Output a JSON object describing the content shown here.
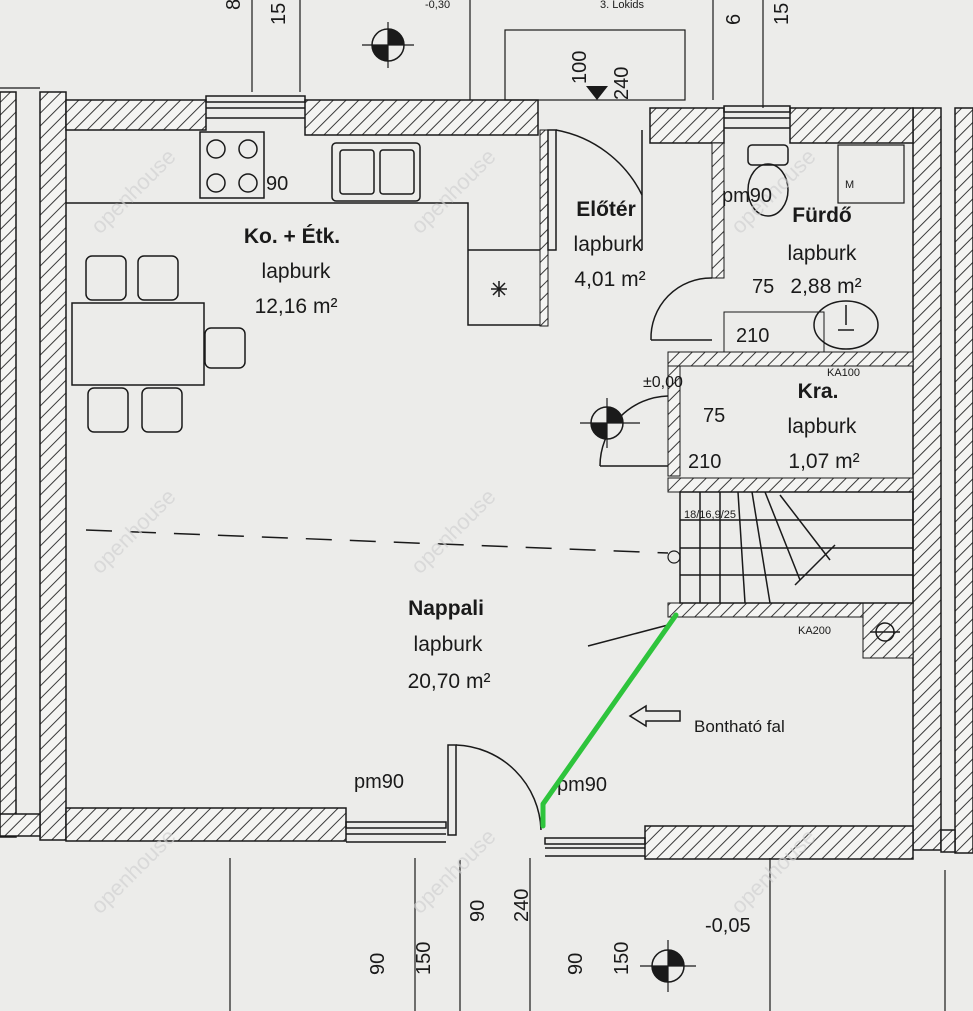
{
  "rooms": {
    "kitchen": {
      "name": "Ko. + Étk.",
      "floor": "lapburk",
      "area": "12,16 m²"
    },
    "hall": {
      "name": "Előtér",
      "floor": "lapburk",
      "area": "4,01 m²"
    },
    "bath": {
      "name": "Fürdő",
      "floor": "lapburk",
      "area": "2,88 m²"
    },
    "closet": {
      "name": "Kra.",
      "floor": "lapburk",
      "area": "1,07 m²"
    },
    "living": {
      "name": "Nappali",
      "floor": "lapburk",
      "area": "20,70 m²"
    }
  },
  "dimensions": {
    "top_left_a": "8",
    "top_left_b": "15",
    "top_level": "-0,30",
    "top_label": "3. Lokids",
    "top_right_a": "6",
    "top_right_b": "15",
    "entry_100": "100",
    "entry_240": "240",
    "kitchen_90": "90",
    "bath_pm90": "pm90",
    "bath_75": "75",
    "bath_210": "210",
    "level_zero": "±0,00",
    "closet_75": "75",
    "closet_210": "210",
    "ka100": "KA100",
    "stairs": "18/16,9/25",
    "ka200": "KA200",
    "door_left": "pm90",
    "door_right": "pm90",
    "bottom_90a": "90",
    "bottom_240": "240",
    "bottom_level": "-0,05",
    "bottom_90b": "90",
    "bottom_150a": "150",
    "bottom_90c": "90",
    "bottom_150b": "150",
    "bath_m": "M"
  },
  "annotation": {
    "label": "Bontható fal",
    "color": "#2ec43c"
  },
  "watermark": "openhouse"
}
